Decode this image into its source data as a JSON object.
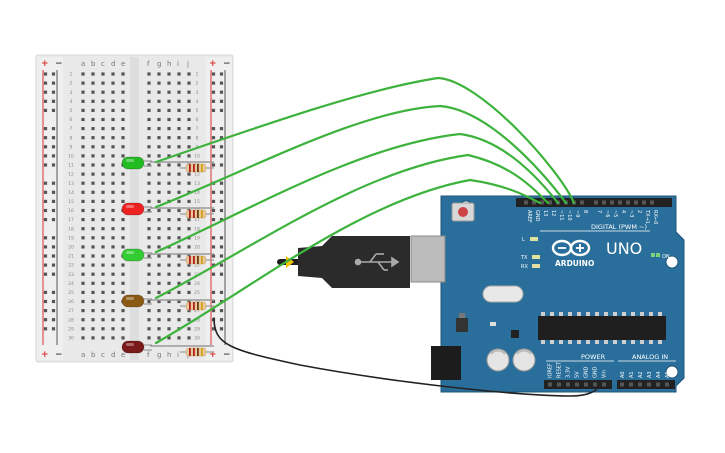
{
  "breadboard": {
    "plus_sign": "+",
    "minus_sign": "−",
    "column_letters_left": [
      "a",
      "b",
      "c",
      "d",
      "e"
    ],
    "column_letters_right": [
      "f",
      "g",
      "h",
      "i",
      "j"
    ],
    "row_count": 30
  },
  "arduino": {
    "model_label": "UNO",
    "brand_label": "ARDUINO",
    "on_label": "ON",
    "digital_header": "DIGITAL (PWM ~)",
    "power_header": "POWER",
    "analog_header": "ANALOG IN",
    "tx_label": "TX",
    "rx_label": "RX",
    "l_label": "L",
    "digital_pins": [
      "AREF",
      "GND",
      "13",
      "12",
      "~11",
      "~10",
      "~9",
      "8",
      "7",
      "~6",
      "~5",
      "4",
      "~3",
      "2",
      "TX→1",
      "RX←0"
    ],
    "power_pins": [
      "IOREF",
      "RESET",
      "3.3V",
      "5V",
      "GND",
      "GND",
      "Vin"
    ],
    "analog_pins": [
      "A0",
      "A1",
      "A2",
      "A3",
      "A4",
      "A5"
    ]
  },
  "components": {
    "leds": [
      {
        "name": "led-1",
        "color": "#22bb22",
        "row": 11
      },
      {
        "name": "led-2",
        "color": "#ee2222",
        "row": 16
      },
      {
        "name": "led-3",
        "color": "#33cc33",
        "row": 21
      },
      {
        "name": "led-4",
        "color": "#8a5a14",
        "row": 26
      },
      {
        "name": "led-5",
        "color": "#7a1a1a",
        "row": 31
      }
    ],
    "wire_color": "#3db33d",
    "ground_wire_color": "#222222"
  }
}
